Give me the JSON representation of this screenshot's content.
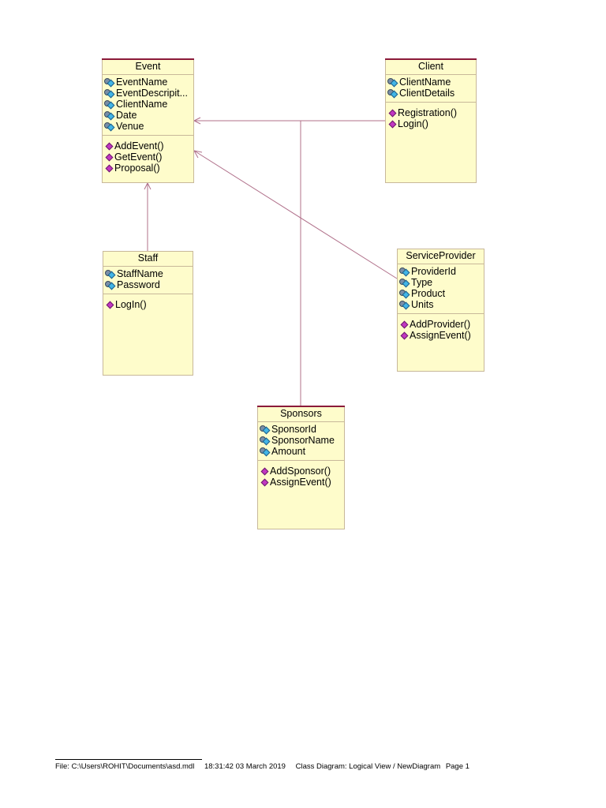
{
  "classes": {
    "event": {
      "name": "Event",
      "attributes": [
        "EventName",
        "EventDescripit...",
        "ClientName",
        "Date",
        "Venue"
      ],
      "operations": [
        "AddEvent()",
        "GetEvent()",
        "Proposal()"
      ]
    },
    "client": {
      "name": "Client",
      "attributes": [
        "ClientName",
        "ClientDetails"
      ],
      "operations": [
        "Registration()",
        "Login()"
      ]
    },
    "staff": {
      "name": "Staff",
      "attributes": [
        "StaffName",
        "Password"
      ],
      "operations": [
        "LogIn()"
      ]
    },
    "serviceprovider": {
      "name": "ServiceProvider",
      "attributes": [
        "ProviderId",
        "Type",
        "Product",
        "Units"
      ],
      "operations": [
        "AddProvider()",
        "AssignEvent()"
      ]
    },
    "sponsors": {
      "name": "Sponsors",
      "attributes": [
        "SponsorId",
        "SponsorName",
        "Amount"
      ],
      "operations": [
        "AddSponsor()",
        "AssignEvent()"
      ]
    }
  },
  "relationships": [
    {
      "from": "Client",
      "to": "Event",
      "type": "association"
    },
    {
      "from": "Sponsors",
      "to": "Event",
      "type": "association"
    },
    {
      "from": "Staff",
      "to": "Event",
      "type": "association"
    },
    {
      "from": "ServiceProvider",
      "to": "Event",
      "type": "association"
    }
  ],
  "footer": {
    "file": "File: C:\\Users\\ROHIT\\Documents\\asd.mdl",
    "timestamp": "18:31:42 03 March 2019",
    "diagram": "Class Diagram: Logical View / NewDiagram",
    "page": "Page 1"
  },
  "colors": {
    "class_fill": "#fefccb",
    "title_border": "#8b1a3a",
    "line": "#b0708a"
  }
}
